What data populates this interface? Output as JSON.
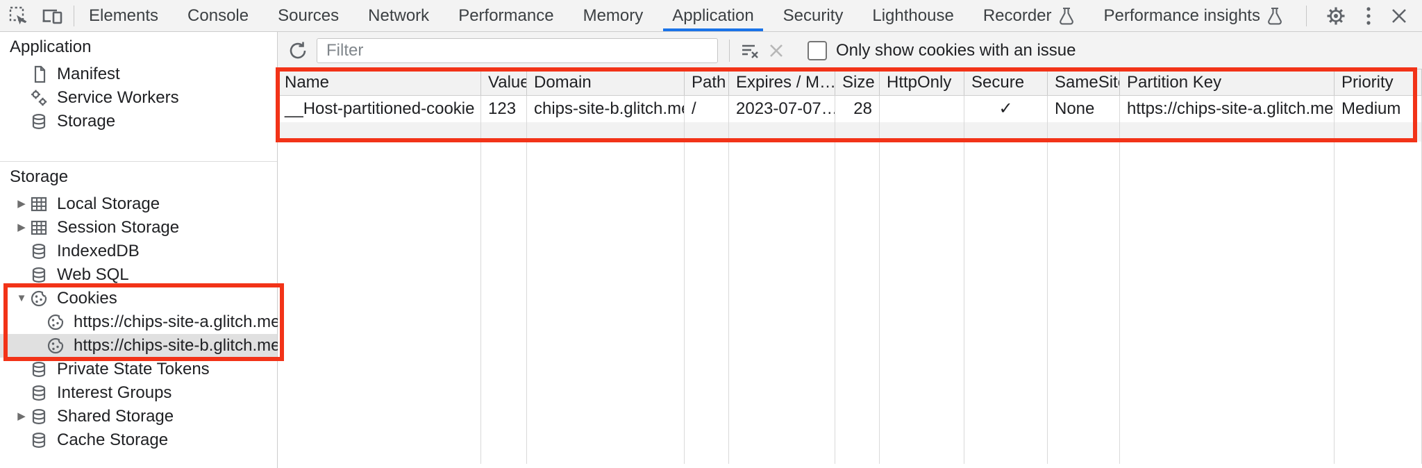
{
  "tabbar": {
    "tabs": [
      {
        "label": "Elements"
      },
      {
        "label": "Console"
      },
      {
        "label": "Sources"
      },
      {
        "label": "Network"
      },
      {
        "label": "Performance"
      },
      {
        "label": "Memory"
      },
      {
        "label": "Application"
      },
      {
        "label": "Security"
      },
      {
        "label": "Lighthouse"
      },
      {
        "label": "Recorder",
        "flask": true
      },
      {
        "label": "Performance insights",
        "flask": true
      }
    ],
    "selected_tab": "Application"
  },
  "sidebar": {
    "sections": [
      {
        "title": "Application",
        "items": [
          {
            "label": "Manifest",
            "icon": "document-icon"
          },
          {
            "label": "Service Workers",
            "icon": "gears-icon"
          },
          {
            "label": "Storage",
            "icon": "database-icon"
          }
        ]
      },
      {
        "title": "Storage",
        "items": [
          {
            "label": "Local Storage",
            "icon": "table-icon",
            "expand": "collapsed"
          },
          {
            "label": "Session Storage",
            "icon": "table-icon",
            "expand": "collapsed"
          },
          {
            "label": "IndexedDB",
            "icon": "database-icon"
          },
          {
            "label": "Web SQL",
            "icon": "database-icon"
          },
          {
            "label": "Cookies",
            "icon": "cookie-icon",
            "expand": "expanded"
          },
          {
            "label": "https://chips-site-a.glitch.me",
            "icon": "cookie-icon",
            "child_of": "Cookies"
          },
          {
            "label": "https://chips-site-b.glitch.me",
            "icon": "cookie-icon",
            "child_of": "Cookies",
            "selected": true
          },
          {
            "label": "Private State Tokens",
            "icon": "database-icon"
          },
          {
            "label": "Interest Groups",
            "icon": "database-icon"
          },
          {
            "label": "Shared Storage",
            "icon": "database-icon",
            "expand": "collapsed"
          },
          {
            "label": "Cache Storage",
            "icon": "database-icon"
          }
        ]
      }
    ],
    "expanded_arrow": "▼",
    "collapsed_arrow": "▶"
  },
  "cookies_pane": {
    "filter": {
      "placeholder": "Filter",
      "value": ""
    },
    "only_issue_checkbox": {
      "label": "Only show cookies with an issue",
      "checked": false
    },
    "table": {
      "columns": [
        "Name",
        "Value",
        "Domain",
        "Path",
        "Expires / M…",
        "Size",
        "HttpOnly",
        "Secure",
        "SameSite",
        "Partition Key",
        "Priority"
      ],
      "row": {
        "name": "__Host-partitioned-cookie",
        "value": "123",
        "domain": "chips-site-b.glitch.me",
        "path": "/",
        "expires": "2023-07-07…",
        "size": "28",
        "httponly": "",
        "secure": "✓",
        "samesite": "None",
        "partition_key": "https://chips-site-a.glitch.me",
        "priority": "Medium"
      }
    }
  },
  "annotations": {
    "highlight_color": "#f23318",
    "regions": [
      "cookies-tree-selection",
      "cookie-table-row"
    ]
  },
  "colors": {
    "accent_blue": "#1a73e8",
    "annotation_red": "#f23318",
    "icon_gray": "#5f6368",
    "toolbar_bg": "#f3f3f3",
    "selected_row_bg": "#e0e0e0"
  }
}
